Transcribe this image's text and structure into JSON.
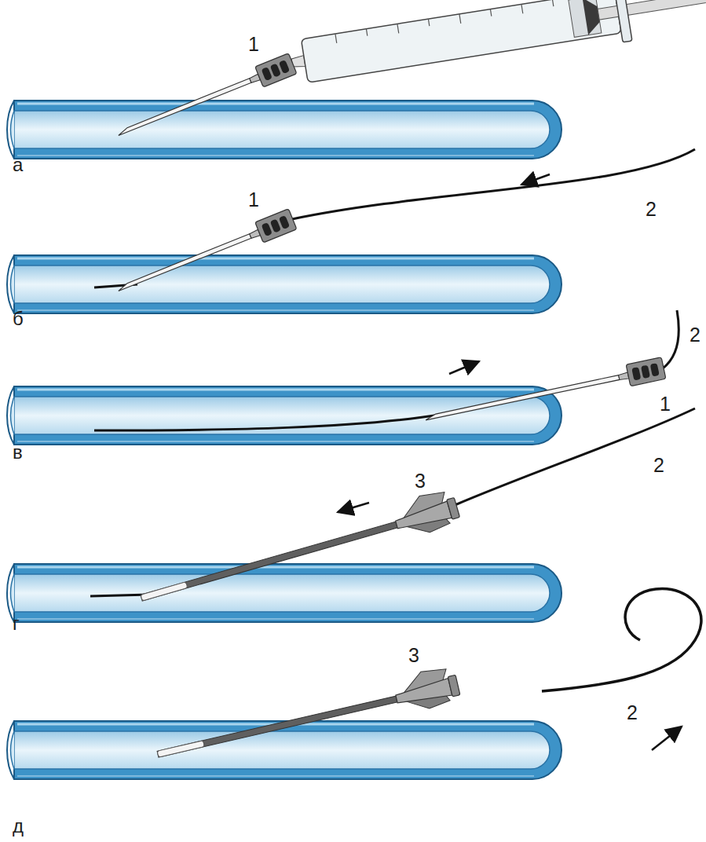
{
  "diagram": {
    "labels": [
      "1",
      "а",
      "2",
      "1",
      "б",
      "2",
      "1",
      "в",
      "3",
      "2",
      "г",
      "3",
      "2",
      "д"
    ]
  }
}
